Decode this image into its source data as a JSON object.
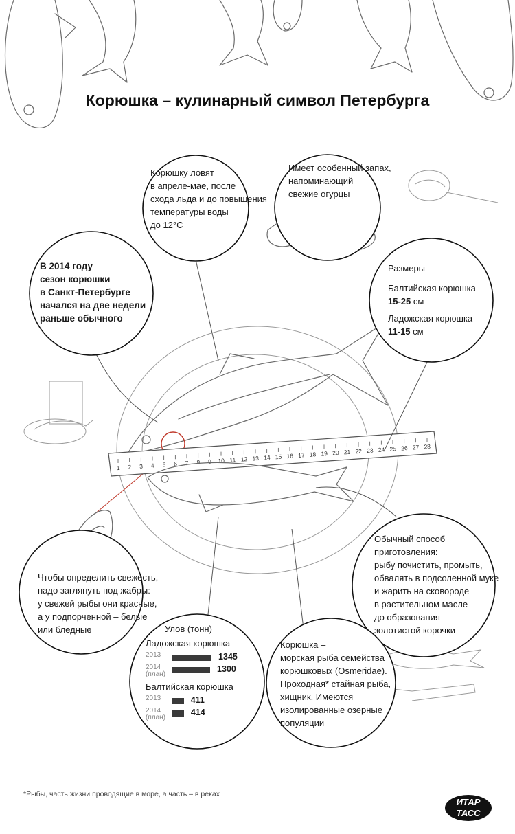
{
  "title": "Корюшка – кулинарный символ Петербурга",
  "callouts": {
    "fishing": [
      "Корюшку ловят",
      "в апреле-мае, после",
      "схода льда и до повышения",
      "температуры воды",
      "до 12°C"
    ],
    "smell": [
      "Имеет особенный запах,",
      "напоминающий",
      "свежие огурцы"
    ],
    "season": [
      "В 2014 году",
      "сезон корюшки",
      "в Санкт-Петербурге",
      "начался на две недели",
      "раньше обычного"
    ],
    "sizes": {
      "heading": "Размеры",
      "baltic_label": "Балтийская корюшка",
      "baltic_value": "15-25",
      "ladoga_label": "Ладожская корюшка",
      "ladoga_value": "11-15",
      "unit": "см"
    },
    "freshness": [
      "Чтобы определить свежесть,",
      "надо заглянуть под жабры:",
      "у свежей рыбы они красные,",
      "а у подпорченной – белые",
      "или бледные"
    ],
    "cooking": [
      "Обычный способ",
      "приготовления:",
      "рыбу почистить, промыть,",
      "обвалять в подсоленной муке",
      "и жарить на сковороде",
      "в растительном масле",
      "до образования",
      "золотистой корочки"
    ],
    "species": [
      "Корюшка –",
      "морская рыба семейства",
      "корюшковых (Osmeridae).",
      "Проходная* стайная рыба,",
      "хищник. Имеются",
      "изолированные озерные",
      "популяции"
    ]
  },
  "ruler_ticks": [
    "1",
    "2",
    "3",
    "4",
    "5",
    "6",
    "7",
    "8",
    "9",
    "10",
    "11",
    "12",
    "13",
    "14",
    "15",
    "16",
    "17",
    "18",
    "19",
    "20",
    "21",
    "22",
    "23",
    "24",
    "25",
    "26",
    "27",
    "28"
  ],
  "chart_data": {
    "type": "bar",
    "title": "Улов (тонн)",
    "groups": [
      {
        "name": "Ладожская корюшка",
        "rows": [
          {
            "year": "2013",
            "plan": "",
            "value": 1345
          },
          {
            "year": "2014",
            "plan": "(план)",
            "value": 1300
          }
        ]
      },
      {
        "name": "Балтийская корюшка",
        "rows": [
          {
            "year": "2013",
            "plan": "",
            "value": 411
          },
          {
            "year": "2014",
            "plan": "(план)",
            "value": 414
          }
        ]
      }
    ],
    "bar_color": "#3a3a3a"
  },
  "footnote": "*Рыбы, часть жизни проводящие в море, а часть – в реках",
  "logo": {
    "line1": "ИТАР",
    "line2": "ТАСС"
  },
  "colors": {
    "accent": "#c0392b",
    "outline": "#111111",
    "sketch": "#6a6a6a"
  }
}
